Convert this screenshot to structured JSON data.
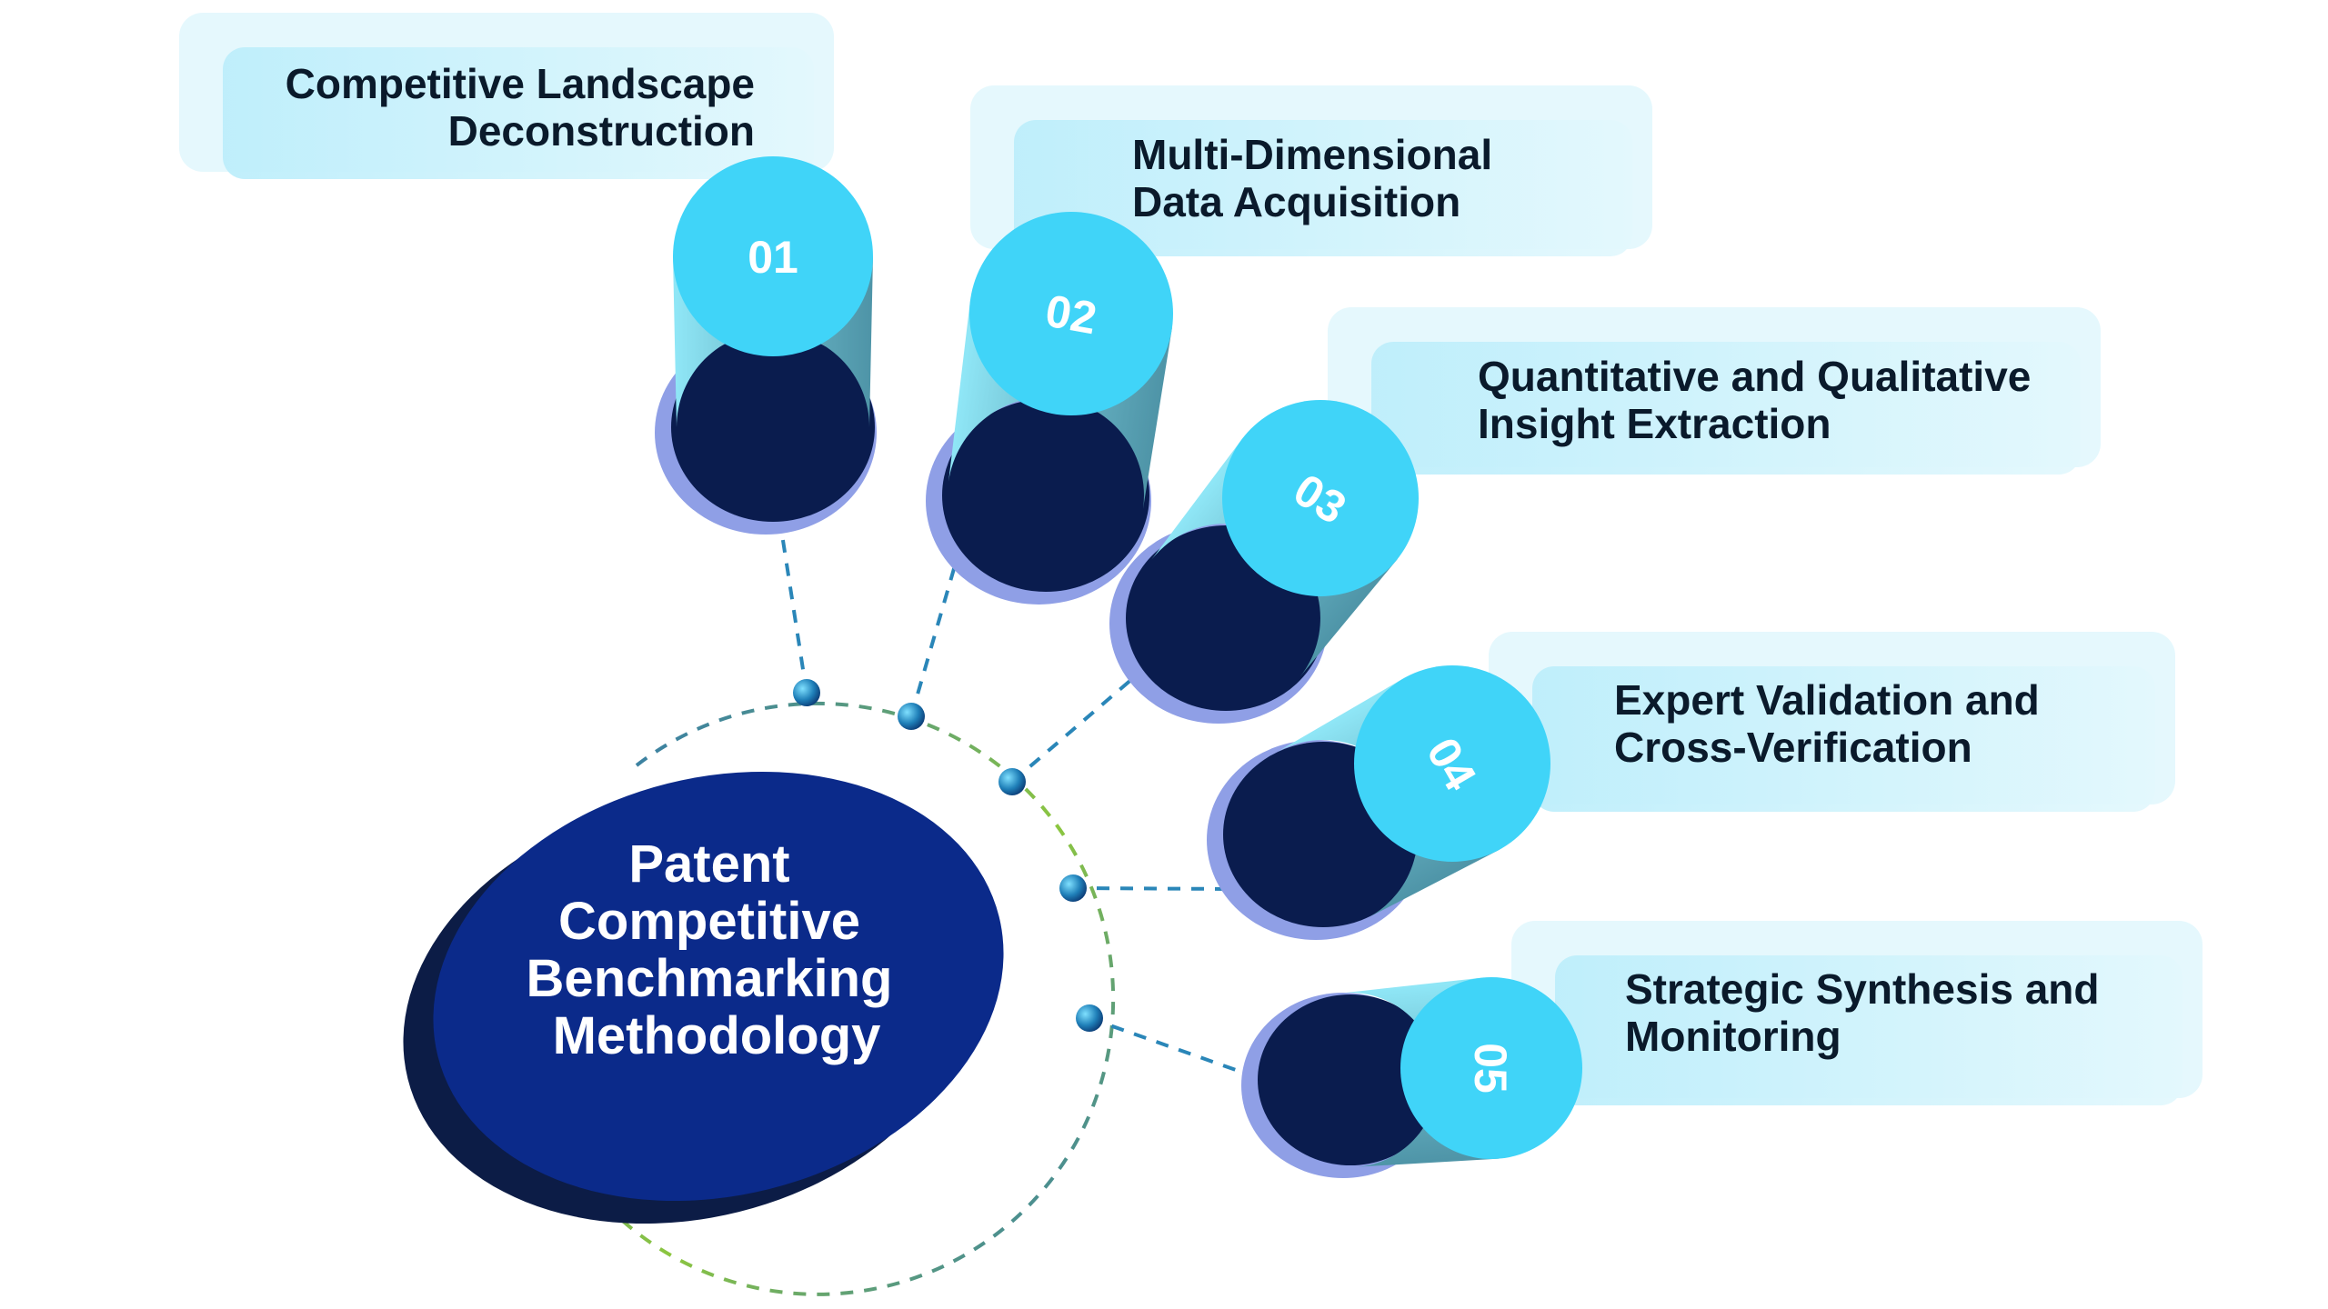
{
  "center": {
    "lines": [
      "Patent",
      "Competitive",
      "Benchmarking",
      "Methodology"
    ]
  },
  "steps": [
    {
      "number": "01",
      "lines": [
        "Competitive Landscape",
        "Deconstruction"
      ]
    },
    {
      "number": "02",
      "lines": [
        "Multi-Dimensional",
        "Data Acquisition"
      ]
    },
    {
      "number": "03",
      "lines": [
        "Quantitative and Qualitative",
        "Insight Extraction"
      ]
    },
    {
      "number": "04",
      "lines": [
        "Expert Validation and",
        "Cross-Verification"
      ]
    },
    {
      "number": "05",
      "lines": [
        "Strategic Synthesis and",
        "Monitoring"
      ]
    }
  ],
  "colors": {
    "center_fill": "#0b2a8a",
    "center_side": "#0c1c46",
    "cylinder_top": "#40d4f8",
    "cylinder_body_light": "#8fe6f6",
    "cylinder_body_dark": "#4f95a8",
    "shadow_disk": "#0a1c4e",
    "shadow_halo": "#8f9fe6",
    "card_light": "#e0f7fd",
    "card_dark": "#bdeefb",
    "connector_blue": "#2a72b8",
    "connector_green": "#8cc63f",
    "card_text": "#0a1a2b"
  }
}
